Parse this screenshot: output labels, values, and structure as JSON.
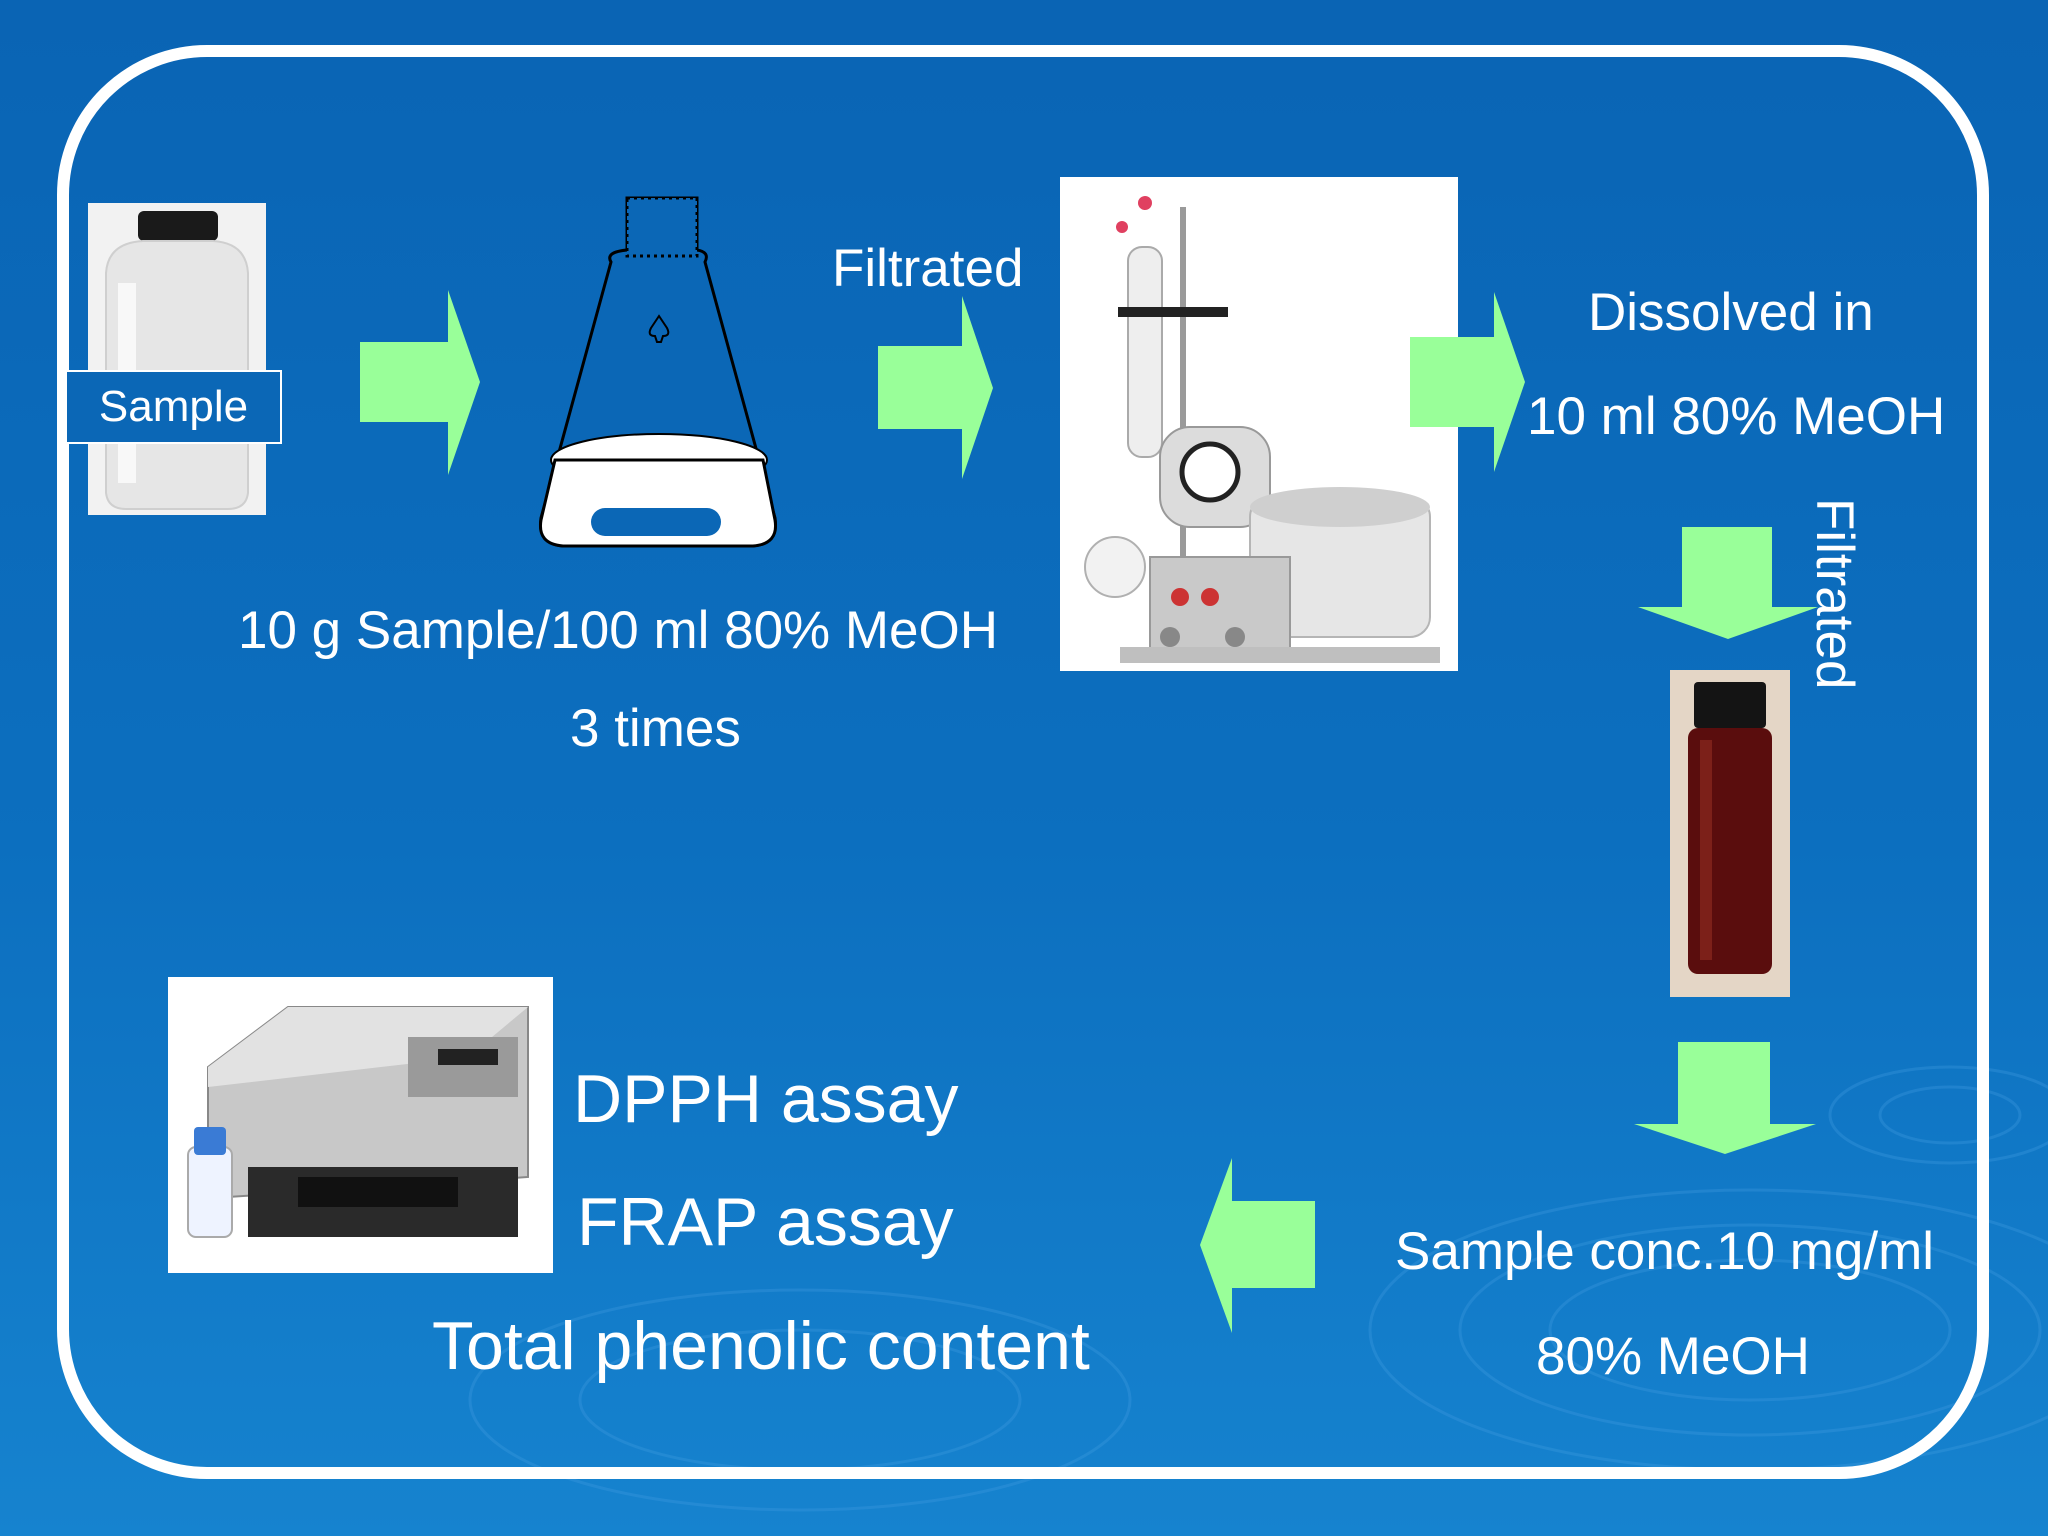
{
  "colors": {
    "background": "#0c6fbf",
    "frame": "#ffffff",
    "arrow": "#99ff99",
    "text": "#ffffff"
  },
  "steps": {
    "sample_label": "Sample",
    "extraction_line1": "10 g Sample/100 ml 80% MeOH",
    "extraction_line2": "3 times",
    "filtrated_1": "Filtrated",
    "dissolved_line1": "Dissolved in",
    "dissolved_line2": "10 ml 80% MeOH",
    "filtrated_2": "Filtrated",
    "conc_line1": "Sample conc.10 mg/ml",
    "conc_line2": "80% MeOH"
  },
  "assays": {
    "dpph": "DPPH assay",
    "frap": "FRAP assay",
    "phenolic": "Total phenolic content"
  },
  "images": [
    "sample-bottle",
    "erlenmeyer-flask",
    "rotary-evaporator",
    "amber-vial",
    "microplate-reader"
  ]
}
